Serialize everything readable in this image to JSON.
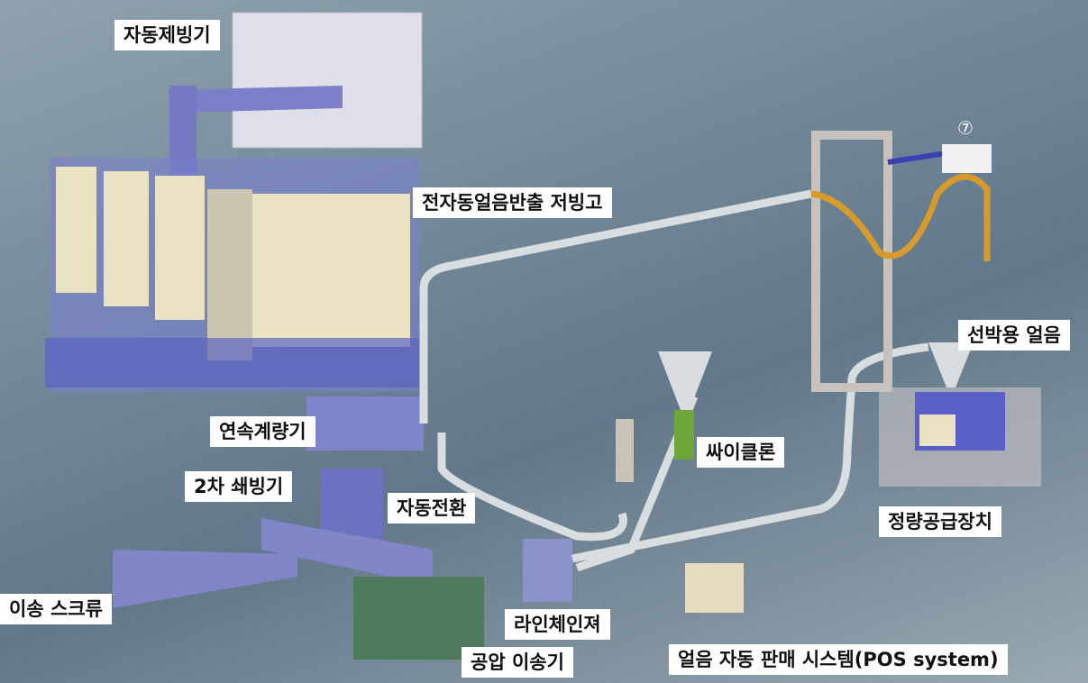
{
  "labels": {
    "ice_maker": "자동제빙기",
    "storage": "전자동얼음반출 저빙고",
    "marker_7": "⑦",
    "ship_ice": "선박용 얼음",
    "continuous_scale": "연속계량기",
    "cyclone": "싸이클론",
    "secondary_crusher": "2차 쇄빙기",
    "auto_switch": "자동전환",
    "metering_feeder": "정량공급장치",
    "transfer_screw": "이송 스크류",
    "line_changer": "라인체인져",
    "pneumatic_conveyor": "공압 이송기",
    "pos_system": "얼음 자동 판매 시스템(POS system)"
  },
  "colors": {
    "frame": "#5a5fc8",
    "panel": "#e8e2c4",
    "pipe": "#d8dde0",
    "gold": "#d89a2a",
    "green": "#6fa63a",
    "box": "#4e7a5c"
  }
}
